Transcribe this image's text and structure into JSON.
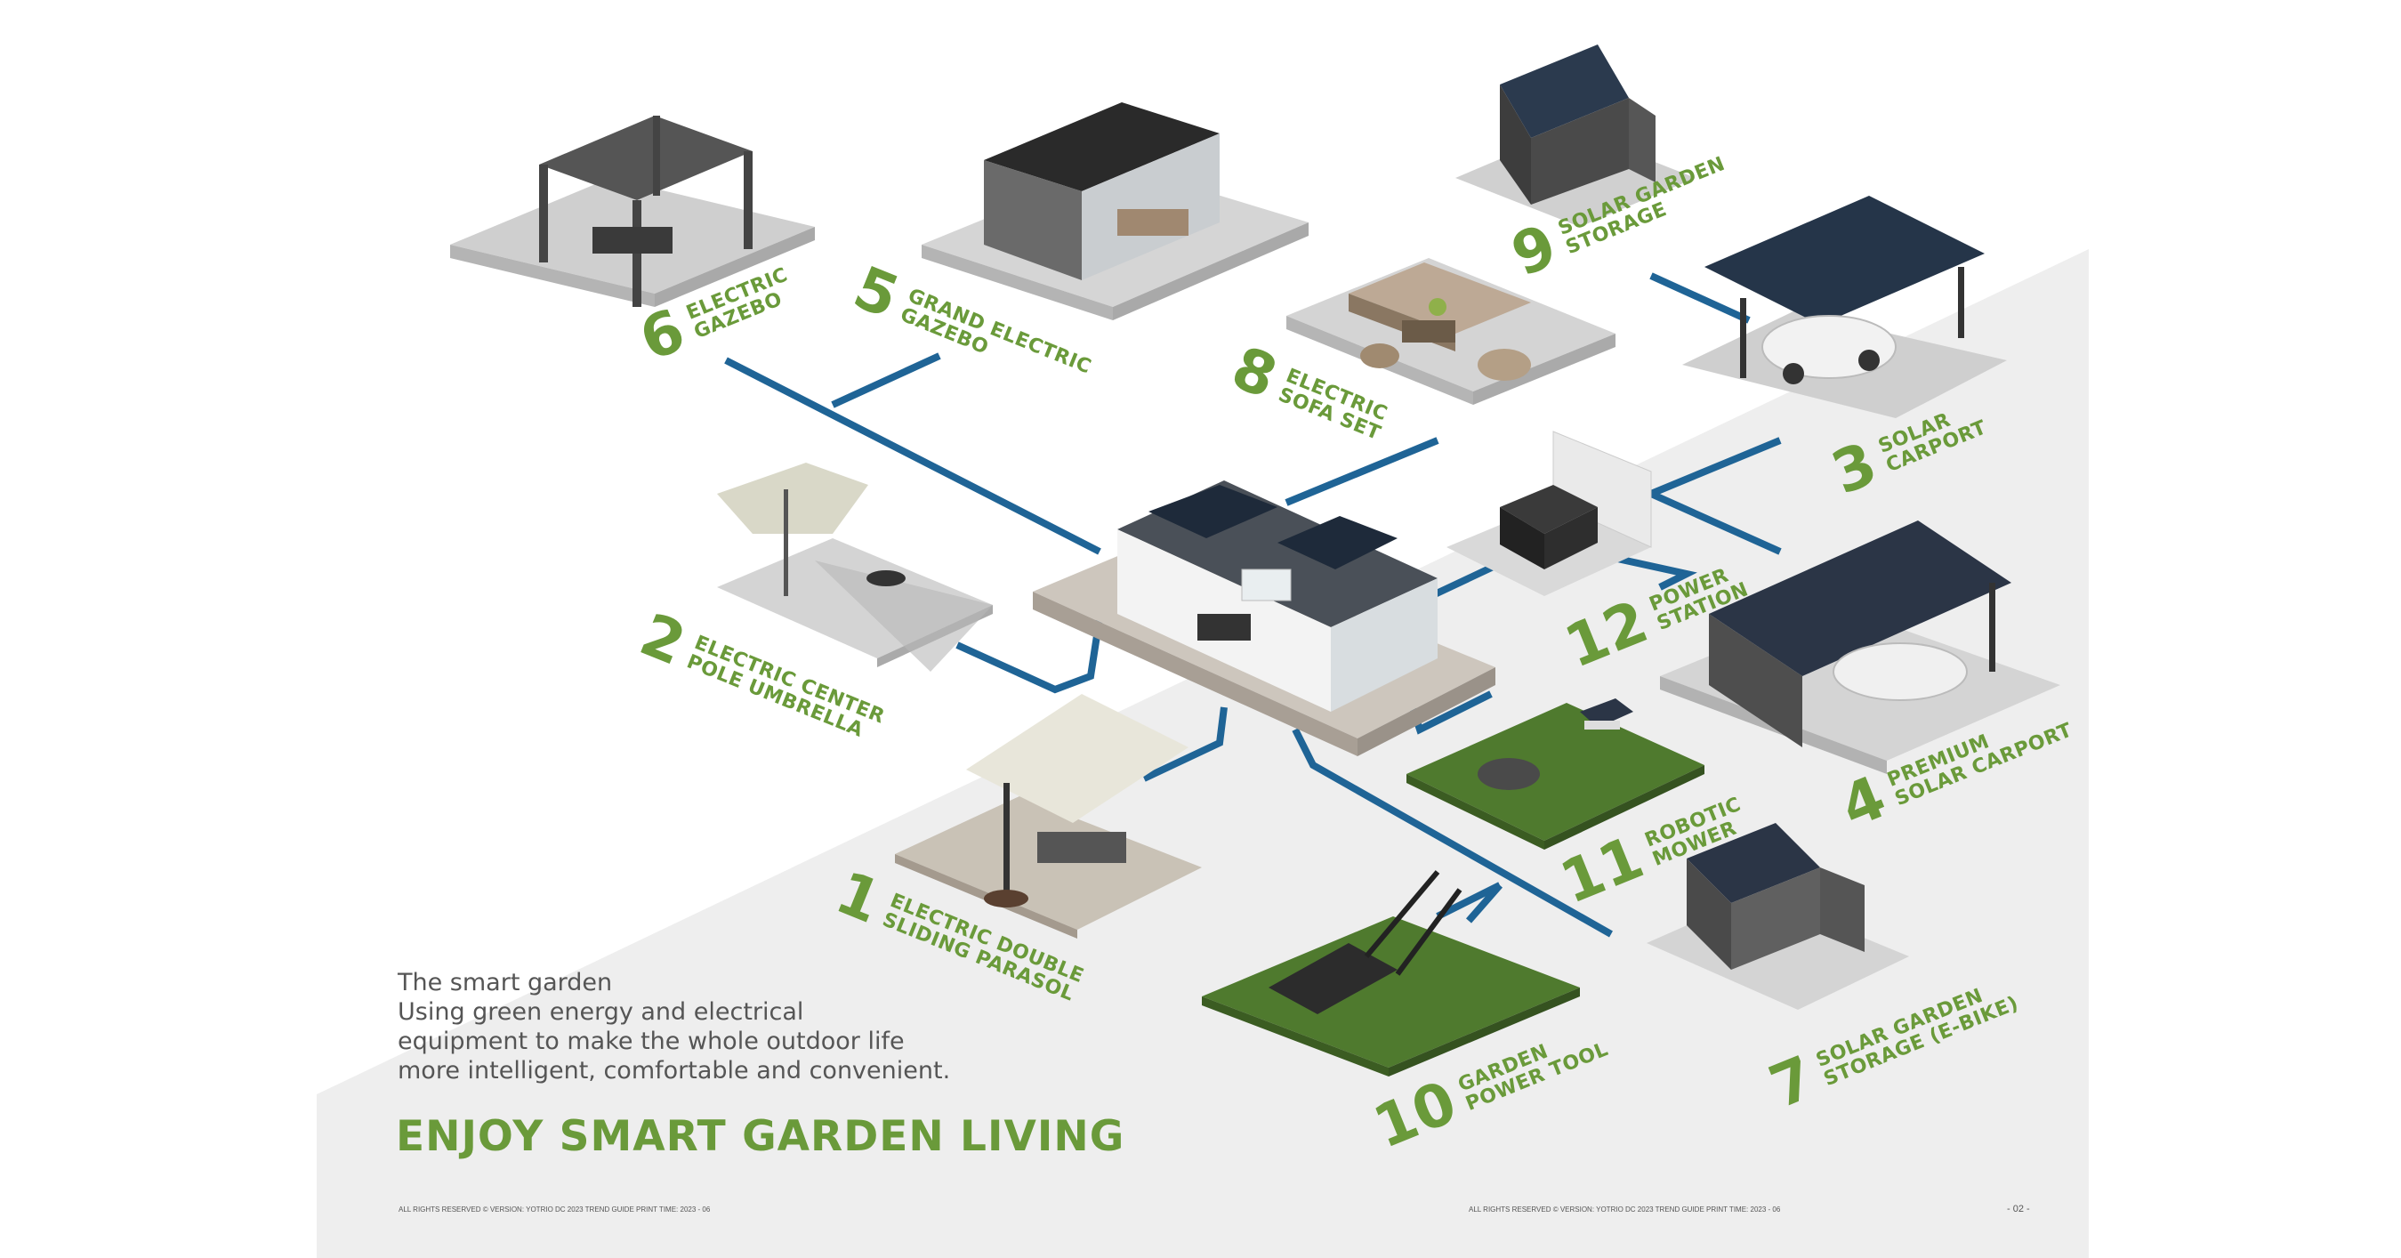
{
  "headline": "ENJOY SMART GARDEN LIVING",
  "intro": {
    "line1": "The smart garden",
    "line2": "Using green energy and electrical",
    "line3": "equipment to make the whole outdoor life",
    "line4": "more intelligent, comfortable and convenient."
  },
  "items": [
    {
      "num": "1",
      "line1": "ELECTRIC DOUBLE",
      "line2": "SLIDING PARASOL"
    },
    {
      "num": "2",
      "line1": "ELECTRIC CENTER",
      "line2": "POLE UMBRELLA"
    },
    {
      "num": "3",
      "line1": "SOLAR",
      "line2": "CARPORT"
    },
    {
      "num": "4",
      "line1": "PREMIUM",
      "line2": "SOLAR CARPORT"
    },
    {
      "num": "5",
      "line1": "GRAND ELECTRIC",
      "line2": "GAZEBO"
    },
    {
      "num": "6",
      "line1": "ELECTRIC",
      "line2": "GAZEBO"
    },
    {
      "num": "7",
      "line1": "SOLAR GARDEN",
      "line2": "STORAGE (E-BIKE)"
    },
    {
      "num": "8",
      "line1": "ELECTRIC",
      "line2": "SOFA SET"
    },
    {
      "num": "9",
      "line1": "SOLAR GARDEN",
      "line2": "STORAGE"
    },
    {
      "num": "10",
      "line1": "GARDEN",
      "line2": "POWER TOOL"
    },
    {
      "num": "11",
      "line1": "ROBOTIC",
      "line2": "MOWER"
    },
    {
      "num": "12",
      "line1": "POWER",
      "line2": "STATION"
    }
  ],
  "footer": {
    "left": "ALL RIGHTS RESERVED © VERSION: YOTRIO DC 2023 TREND GUIDE PRINT TIME: 2023 - 06",
    "right": "ALL RIGHTS RESERVED © VERSION: YOTRIO DC 2023 TREND GUIDE PRINT TIME: 2023 - 06",
    "page": "- 02 -"
  },
  "colors": {
    "accent_green": "#6a9a3a",
    "line_blue": "#1f6496",
    "background_gray": "#eeeeee"
  }
}
